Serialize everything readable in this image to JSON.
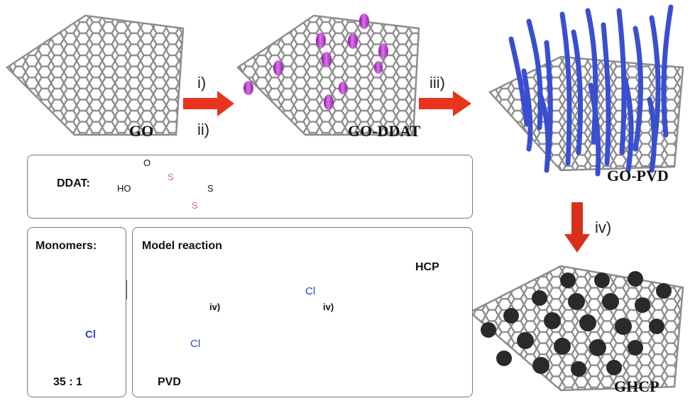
{
  "labels": {
    "go": "GO",
    "go_ddat": "GO-DDAT",
    "go_pvd": "GO-PVD",
    "ghcp": "GHCP"
  },
  "steps": {
    "s1": "i)",
    "s2": "ii)",
    "s3": "iii)",
    "s4": "iv)"
  },
  "ddat_box": {
    "title": "DDAT:",
    "atoms": {
      "o": "O",
      "ho": "HO",
      "s1": "S",
      "s2": "S",
      "s3": "S"
    }
  },
  "monomer_box": {
    "title": "Monomers:",
    "cl": "Cl",
    "ratio": "35 : 1"
  },
  "model_box": {
    "title": "Model reaction",
    "step_a": "iv)",
    "step_b": "iv)",
    "cl_a": "Cl",
    "cl_b": "Cl",
    "pvd": "PVD",
    "hcp": "HCP"
  },
  "colors": {
    "arrow": "#e8341c",
    "arrow_down": "#d9301a",
    "sheet": "#8d8d8d",
    "polymer": "#3a4fd0",
    "ddat_bead": "#b536c8",
    "sulfur": "#d45fa8",
    "chlorine": "#2e46c9",
    "particle": "#2a2a2a"
  }
}
